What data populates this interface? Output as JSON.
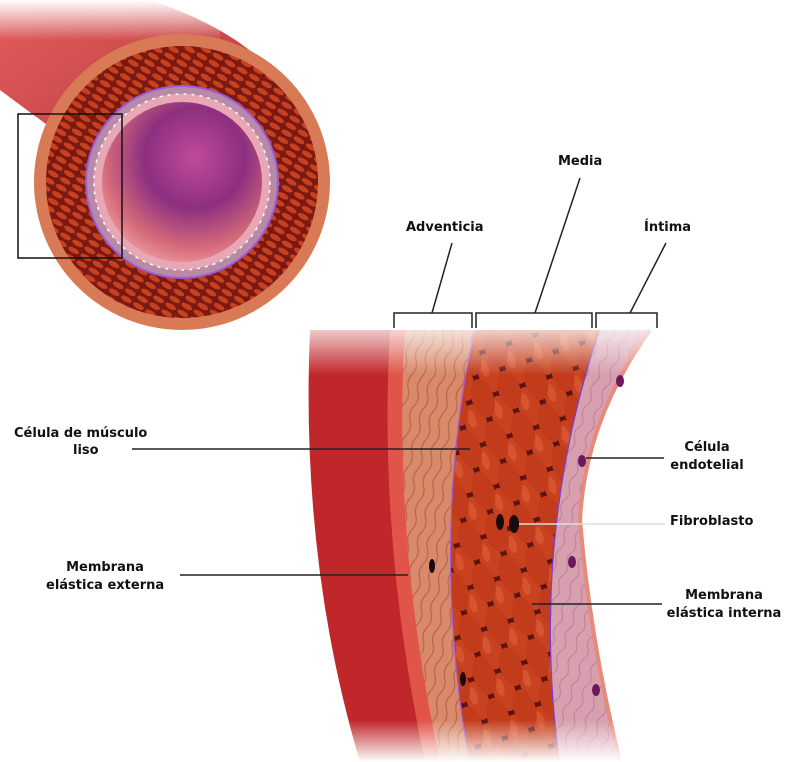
{
  "labels": {
    "adventicia": "Adventicia",
    "media": "Media",
    "intima": "Íntima",
    "celula_musculo_line1": "Célula de músculo",
    "celula_musculo_line2": "liso",
    "membrana_externa_line1": "Membrana",
    "membrana_externa_line2": "elástica externa",
    "celula_endotelial_line1": "Célula",
    "celula_endotelial_line2": "endotelial",
    "fibroblasto": "Fibroblasto",
    "membrana_interna_line1": "Membrana",
    "membrana_interna_line2": "elástica interna"
  },
  "colors": {
    "vessel_outer": "#c42a2a",
    "adventitia": "#d4896a",
    "muscle_cell": "#c8411f",
    "muscle_dark": "#6e1410",
    "elastic_membrane": "#9b5bd6",
    "intima": "#d9a3a8",
    "lumen": "#8a2f7a",
    "nucleus": "#1a0a0a",
    "leader_line": "#222222"
  }
}
